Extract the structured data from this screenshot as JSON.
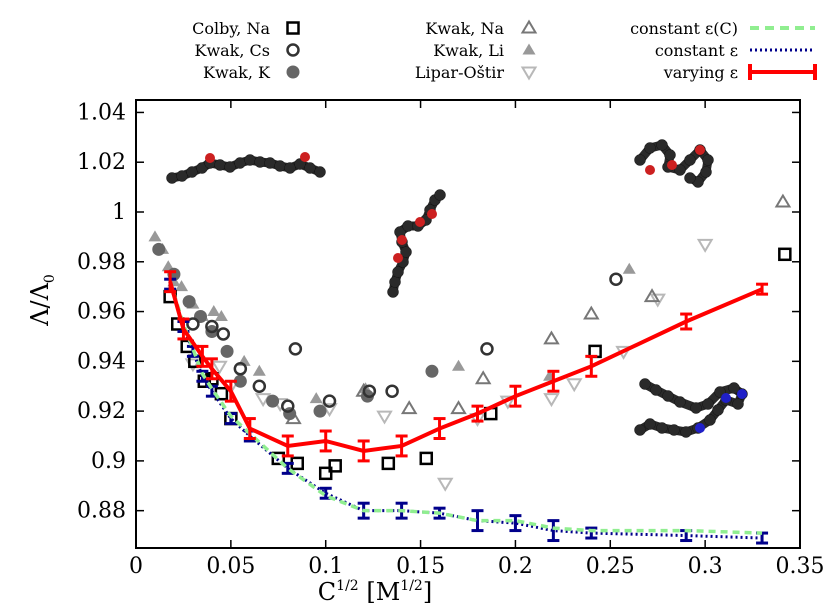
{
  "chart_data": {
    "type": "scatter",
    "xlabel": {
      "base": "C",
      "exp1": "1/2",
      "unit_open": " [M",
      "exp2": "1/2",
      "unit_close": "]"
    },
    "ylabel": {
      "num": "Λ/Λ",
      "sub": "0"
    },
    "xlim": [
      0,
      0.35
    ],
    "ylim": [
      0.865,
      1.045
    ],
    "x_ticks": [
      0,
      0.05,
      0.1,
      0.15,
      0.2,
      0.25,
      0.3,
      0.35
    ],
    "x_tick_labels": [
      "0",
      "0.05",
      "0.1",
      "0.15",
      "0.2",
      "0.25",
      "0.3",
      "0.35"
    ],
    "y_ticks": [
      0.88,
      0.9,
      0.92,
      0.94,
      0.96,
      0.98,
      1.0,
      1.02,
      1.04
    ],
    "y_tick_labels": [
      "0.88",
      "0.9",
      "0.92",
      "0.94",
      "0.96",
      "0.98",
      "1",
      "1.02",
      "1.04"
    ],
    "grid": false,
    "legend_placement": "top (outside plot)",
    "series": [
      {
        "name": "Colby, Na",
        "marker": "square-open",
        "color": "#000000",
        "x": [
          0.018,
          0.022,
          0.027,
          0.031,
          0.036,
          0.04,
          0.045,
          0.05,
          0.075,
          0.085,
          0.1,
          0.105,
          0.133,
          0.153,
          0.187,
          0.242,
          0.342
        ],
        "y": [
          0.966,
          0.955,
          0.946,
          0.94,
          0.932,
          0.933,
          0.927,
          0.917,
          0.901,
          0.899,
          0.895,
          0.898,
          0.899,
          0.901,
          0.919,
          0.944,
          0.983
        ]
      },
      {
        "name": "Kwak, Cs",
        "marker": "circle-open",
        "color": "#333333",
        "x": [
          0.03,
          0.04,
          0.046,
          0.055,
          0.065,
          0.08,
          0.084,
          0.102,
          0.123,
          0.135,
          0.185,
          0.253
        ],
        "y": [
          0.955,
          0.954,
          0.951,
          0.937,
          0.93,
          0.922,
          0.945,
          0.924,
          0.928,
          0.928,
          0.945,
          0.973
        ]
      },
      {
        "name": "Kwak, K",
        "marker": "circle-filled",
        "color": "#666666",
        "x": [
          0.012,
          0.02,
          0.028,
          0.034,
          0.04,
          0.048,
          0.055,
          0.072,
          0.081,
          0.097,
          0.122,
          0.156
        ],
        "y": [
          0.985,
          0.975,
          0.964,
          0.958,
          0.952,
          0.944,
          0.932,
          0.924,
          0.919,
          0.92,
          0.926,
          0.936
        ]
      },
      {
        "name": "Kwak, Na",
        "marker": "triangle-open",
        "color": "#777777",
        "x": [
          0.083,
          0.12,
          0.144,
          0.17,
          0.183,
          0.219,
          0.24,
          0.272,
          0.341
        ],
        "y": [
          0.917,
          0.928,
          0.921,
          0.921,
          0.933,
          0.949,
          0.959,
          0.966,
          1.004
        ]
      },
      {
        "name": "Kwak, Li",
        "marker": "triangle-filled",
        "color": "#999999",
        "x": [
          0.01,
          0.014,
          0.017,
          0.02,
          0.024,
          0.03,
          0.035,
          0.041,
          0.045,
          0.057,
          0.065,
          0.095,
          0.121,
          0.17,
          0.218,
          0.26
        ],
        "y": [
          0.99,
          0.985,
          0.978,
          0.972,
          0.97,
          0.963,
          0.958,
          0.96,
          0.958,
          0.94,
          0.936,
          0.925,
          0.929,
          0.938,
          0.934,
          0.977
        ]
      },
      {
        "name": "Lipar-Oštir",
        "marker": "triangle-down-open",
        "color": "#b8b8b8",
        "x": [
          0.03,
          0.044,
          0.05,
          0.067,
          0.076,
          0.102,
          0.131,
          0.163,
          0.18,
          0.196,
          0.219,
          0.231,
          0.257,
          0.275,
          0.3
        ],
        "y": [
          0.939,
          0.938,
          0.93,
          0.925,
          0.923,
          0.921,
          0.918,
          0.891,
          0.917,
          0.924,
          0.925,
          0.931,
          0.944,
          0.965,
          0.987
        ]
      }
    ],
    "fit_lines": [
      {
        "name": "constant ε(C)",
        "style": "dashed",
        "color": "#90ee90",
        "x": [
          0.018,
          0.025,
          0.03,
          0.035,
          0.04,
          0.05,
          0.06,
          0.08,
          0.1,
          0.12,
          0.14,
          0.16,
          0.18,
          0.2,
          0.22,
          0.24,
          0.29,
          0.33
        ],
        "y": [
          0.972,
          0.955,
          0.945,
          0.935,
          0.929,
          0.918,
          0.911,
          0.897,
          0.886,
          0.88,
          0.88,
          0.879,
          0.876,
          0.876,
          0.873,
          0.872,
          0.872,
          0.871
        ]
      },
      {
        "name": "constant ε",
        "style": "dotted",
        "color": "#00008b",
        "x": [
          0.018,
          0.025,
          0.03,
          0.035,
          0.04,
          0.05,
          0.06,
          0.08,
          0.1,
          0.12,
          0.14,
          0.16,
          0.18,
          0.2,
          0.22,
          0.24,
          0.29,
          0.33
        ],
        "y": [
          0.971,
          0.954,
          0.944,
          0.934,
          0.928,
          0.917,
          0.91,
          0.897,
          0.887,
          0.88,
          0.88,
          0.879,
          0.876,
          0.875,
          0.872,
          0.871,
          0.87,
          0.869
        ],
        "errors": [
          0.002,
          0.002,
          0.002,
          0.002,
          0.002,
          0.002,
          0.002,
          0.002,
          0.002,
          0.003,
          0.003,
          0.002,
          0.004,
          0.003,
          0.004,
          0.002,
          0.002,
          0.002
        ]
      },
      {
        "name": "varying ε",
        "style": "solid",
        "color": "#ff0000",
        "x": [
          0.018,
          0.025,
          0.035,
          0.04,
          0.05,
          0.06,
          0.08,
          0.1,
          0.12,
          0.14,
          0.16,
          0.18,
          0.2,
          0.22,
          0.24,
          0.29,
          0.33
        ],
        "y": [
          0.972,
          0.953,
          0.942,
          0.937,
          0.928,
          0.913,
          0.906,
          0.908,
          0.904,
          0.906,
          0.913,
          0.919,
          0.926,
          0.932,
          0.938,
          0.956,
          0.969
        ],
        "errors": [
          0.004,
          0.004,
          0.004,
          0.004,
          0.004,
          0.004,
          0.004,
          0.004,
          0.004,
          0.004,
          0.004,
          0.003,
          0.004,
          0.004,
          0.004,
          0.003,
          0.002
        ]
      }
    ]
  },
  "colors": {
    "red": "#ff0000",
    "navy": "#00008b",
    "lightgreen": "#90ee90",
    "chain_gray": "#2a2a2a",
    "chain_red": "#cc2020",
    "chain_blue": "#2020c8"
  }
}
